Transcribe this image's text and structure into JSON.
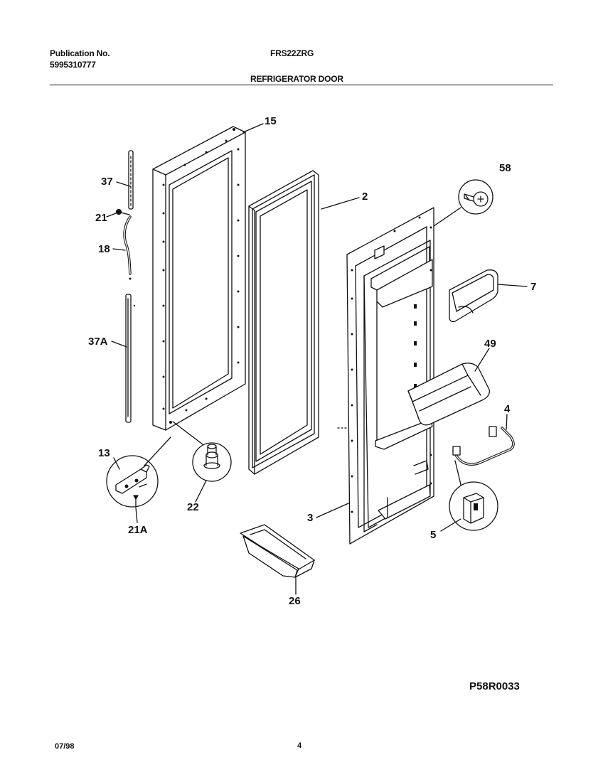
{
  "header": {
    "publication_label": "Publication No.",
    "publication_number": "5995310777",
    "model": "FRS22ZRG",
    "section_title": "REFRIGERATOR DOOR"
  },
  "callouts": {
    "c15": "15",
    "c37": "37",
    "c21": "21",
    "c18": "18",
    "c37a": "37A",
    "c13": "13",
    "c21a": "21A",
    "c22": "22",
    "c2": "2",
    "c58": "58",
    "c7": "7",
    "c49": "49",
    "c4": "4",
    "c3": "3",
    "c5": "5",
    "c26": "26"
  },
  "diagram_code": "P58R0033",
  "footer": {
    "date": "07/98",
    "page": "4"
  }
}
